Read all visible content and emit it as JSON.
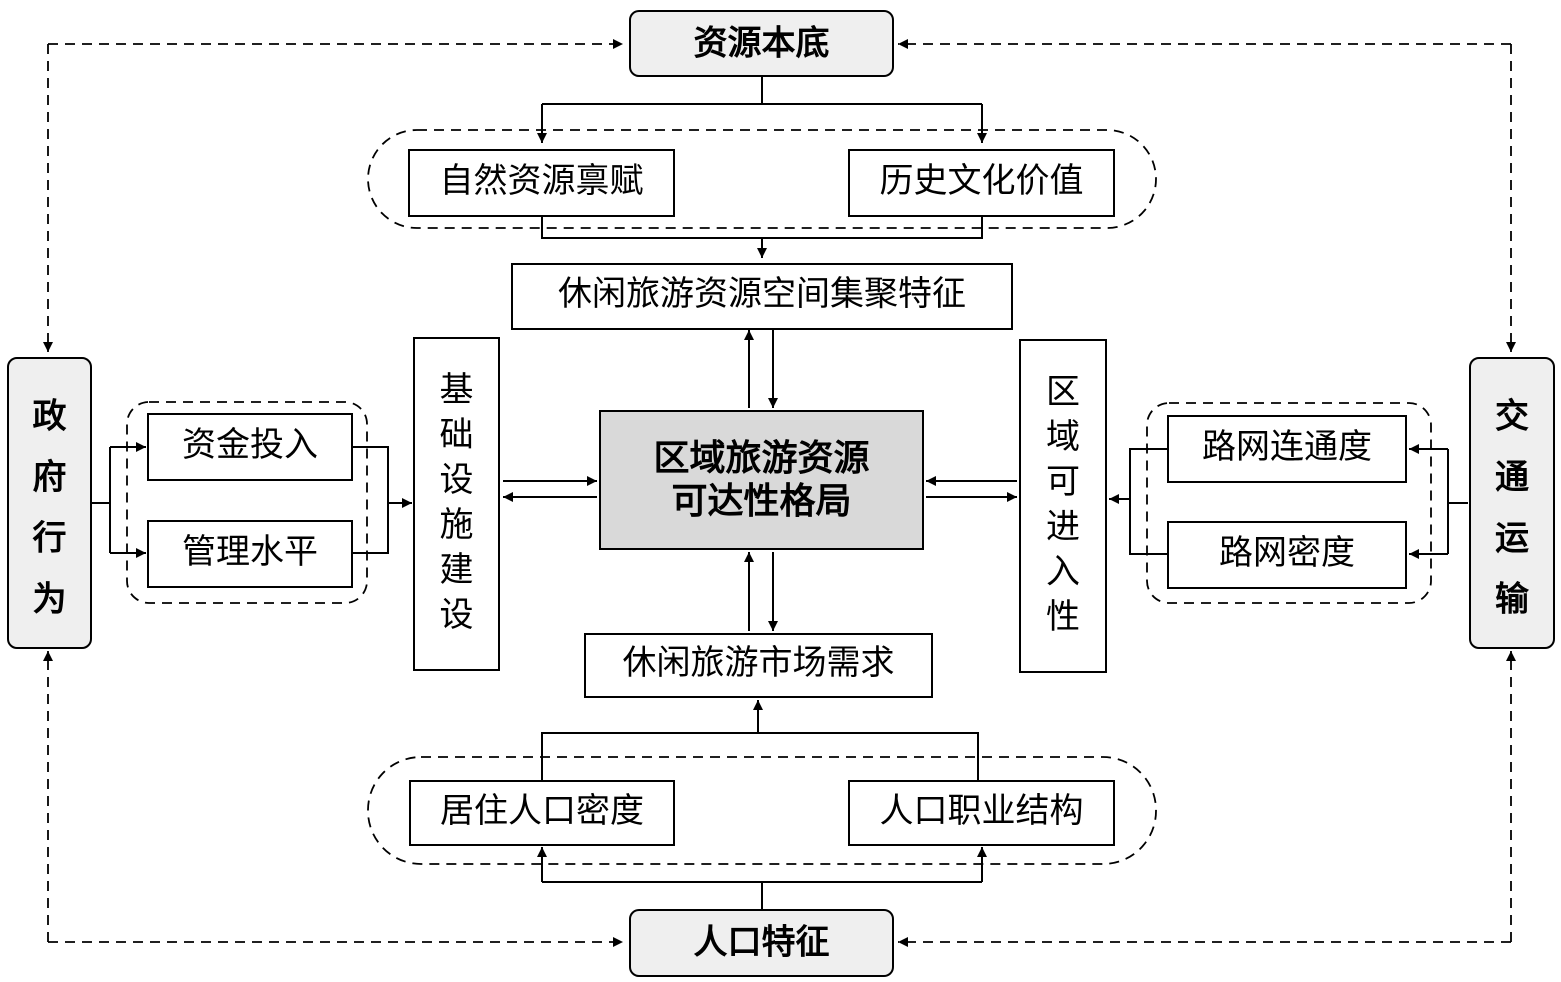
{
  "top_root": "资源本底",
  "top_factors": [
    "自然资源禀赋",
    "历史文化价值"
  ],
  "top_result": "休闲旅游资源空间集聚特征",
  "bottom_root": "人口特征",
  "bottom_factors": [
    "居住人口密度",
    "人口职业结构"
  ],
  "bottom_result": "休闲旅游市场需求",
  "left_root": "政府行为",
  "left_factors": [
    "资金投入",
    "管理水平"
  ],
  "left_result": "基础设施建设",
  "right_root": "交通运输",
  "right_factors": [
    "路网连通度",
    "路网密度"
  ],
  "right_result": "区域可进入性",
  "center": [
    "区域旅游资源",
    "可达性格局"
  ]
}
